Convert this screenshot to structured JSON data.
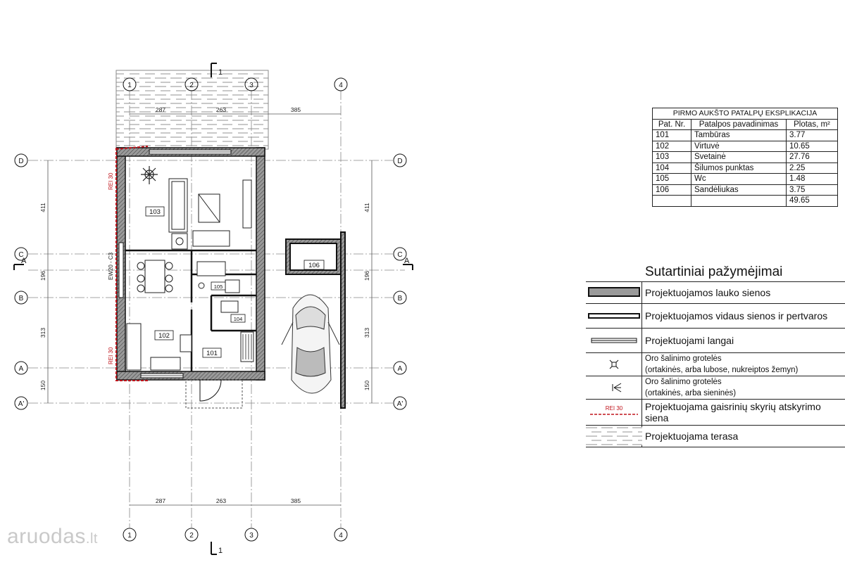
{
  "plan": {
    "grid_numbers": [
      "1",
      "2",
      "3",
      "4"
    ],
    "grid_letters": [
      "D",
      "C",
      "B",
      "A",
      "A'"
    ],
    "section_marker": "1",
    "section_letter": "A",
    "dims_top": [
      "287",
      "263",
      "385"
    ],
    "dims_bottom": [
      "287",
      "263",
      "385"
    ],
    "dims_left": [
      "411",
      "196",
      "313",
      "150"
    ],
    "dims_right": [
      "411",
      "196",
      "313",
      "150"
    ],
    "room_labels": [
      "103",
      "102",
      "101",
      "105",
      "104",
      "106"
    ],
    "wall_tags": [
      "REI 30",
      "EW20 - C3",
      "REI 30"
    ]
  },
  "explication": {
    "title": "PIRMO AUKŠTO PATALPŲ EKSPLIKACIJA",
    "headers": [
      "Pat. Nr.",
      "Patalpos pavadinimas",
      "Plotas, m²"
    ],
    "rows": [
      [
        "101",
        "Tambūras",
        "3.77"
      ],
      [
        "102",
        "Virtuvė",
        "10.65"
      ],
      [
        "103",
        "Svetainė",
        "27.76"
      ],
      [
        "104",
        "Šilumos punktas",
        "2.25"
      ],
      [
        "105",
        "Wc",
        "1.48"
      ],
      [
        "106",
        "Sandėliukas",
        "3.75"
      ]
    ],
    "total": "49.65"
  },
  "legend": {
    "title": "Sutartiniai pažymėjimai",
    "items": [
      {
        "label": "Projektuojamos lauko sienos"
      },
      {
        "label": "Projektuojamos vidaus sienos ir pertvaros"
      },
      {
        "label": "Projektuojami langai"
      },
      {
        "label": "Oro šalinimo grotelės",
        "sub": "(ortakinės, arba lubose, nukreiptos žemyn)"
      },
      {
        "label": "Oro šalinimo grotelės",
        "sub": "(ortakinės, arba sieninės)"
      },
      {
        "label": "Projektuojama gaisrinių skyrių atskyrimo siena",
        "tag": "REI 30"
      },
      {
        "label": "Projektuojama terasa"
      }
    ]
  },
  "watermark": {
    "text": "aruodas",
    "suffix": ".lt"
  },
  "colors": {
    "fire_wall": "#c0141c",
    "wall_hatch": "#555555",
    "line": "#111111"
  }
}
